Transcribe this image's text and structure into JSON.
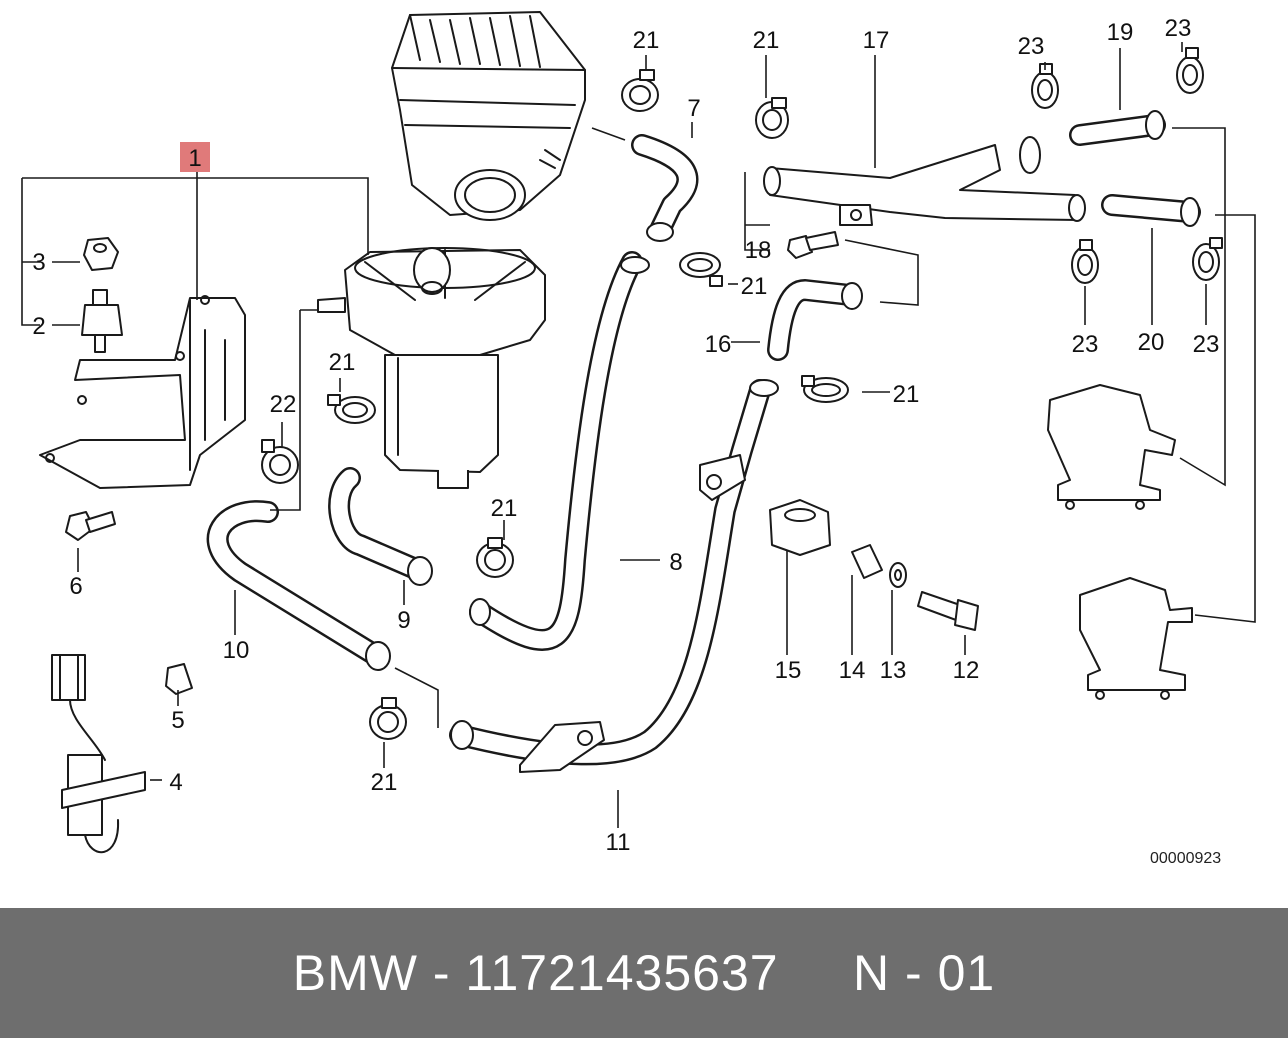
{
  "diagram": {
    "reference_code": "00000923",
    "callouts": {
      "c1": "1",
      "c2": "2",
      "c3": "3",
      "c4": "4",
      "c5": "5",
      "c6": "6",
      "c7": "7",
      "c8": "8",
      "c9": "9",
      "c10": "10",
      "c11": "11",
      "c12": "12",
      "c13": "13",
      "c14": "14",
      "c15": "15",
      "c16": "16",
      "c17": "17",
      "c18": "18",
      "c19": "19",
      "c20": "20",
      "c21": "21",
      "c22": "22",
      "c23": "23"
    },
    "highlight_color": "#e07a7a"
  },
  "footer": {
    "text": "BMW - 11721435637     N - 01",
    "background": "#6e6e6e"
  }
}
